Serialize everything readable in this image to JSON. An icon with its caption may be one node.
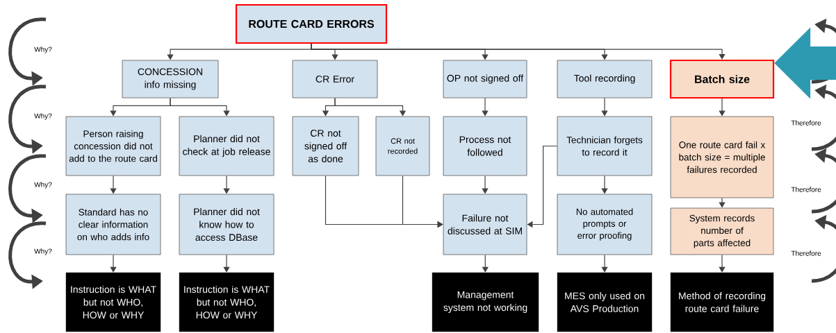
{
  "diagram": {
    "nodes": [
      {
        "text": [
          "ROUTE CARD ERRORS"
        ]
      },
      {
        "text": [
          "CONCESSION info missing"
        ]
      },
      {
        "text": [
          "CR Error"
        ]
      },
      {
        "text": [
          "OP not signed off"
        ]
      },
      {
        "text": [
          "Tool recording"
        ]
      },
      {
        "text": [
          "Batch size"
        ]
      },
      {
        "text": [
          "Person raising concession did not add to the route card"
        ]
      },
      {
        "text": [
          "Planner did not check at job release"
        ]
      },
      {
        "text": [
          "CR not signed off as done"
        ]
      },
      {
        "text": [
          "CR not recorded"
        ]
      },
      {
        "text": [
          "Process not followed"
        ]
      },
      {
        "text": [
          "Technician forgets to record it"
        ]
      },
      {
        "text": [
          "One route card fail x batch size = multiple failures recorded"
        ]
      },
      {
        "text": [
          "Standard has no clear information on who adds info"
        ]
      },
      {
        "text": [
          "Planner did not know how to access DBase"
        ]
      },
      {
        "text": [
          "Failure not discussed at SIM"
        ]
      },
      {
        "text": [
          "No automated prompts or error proofing"
        ]
      },
      {
        "text": [
          "System records number of parts affected"
        ]
      },
      {
        "text": [
          "Instruction is WHAT but not WHO, HOW or WHY"
        ]
      },
      {
        "text": [
          "Instruction is WHAT but not WHO, HOW or WHY"
        ]
      },
      {
        "text": [
          "Management system not working"
        ]
      },
      {
        "text": [
          "MES only used on AVS Production"
        ]
      },
      {
        "text": [
          "Method of recording route card failure"
        ]
      }
    ],
    "edges": [
      {
        "from": 0,
        "to": 1,
        "arrow": "to"
      },
      {
        "from": 0,
        "to": 2,
        "arrow": "to"
      },
      {
        "from": 0,
        "to": 3,
        "arrow": "to"
      },
      {
        "from": 0,
        "to": 4,
        "arrow": "to"
      },
      {
        "from": 0,
        "to": 5,
        "arrow": "to"
      },
      {
        "from": 1,
        "to": 6,
        "arrow": "to"
      },
      {
        "from": 1,
        "to": 7,
        "arrow": "to"
      },
      {
        "from": 2,
        "to": 8,
        "arrow": "to"
      },
      {
        "from": 2,
        "to": 9,
        "arrow": "to"
      },
      {
        "from": 3,
        "to": 10,
        "arrow": "to"
      },
      {
        "from": 4,
        "to": 11,
        "arrow": "to"
      },
      {
        "from": 5,
        "to": 12,
        "arrow": "to"
      },
      {
        "from": 6,
        "to": 13,
        "arrow": "to"
      },
      {
        "from": 7,
        "to": 14,
        "arrow": "to"
      },
      {
        "from": 8,
        "to": 15,
        "arrow": "to"
      },
      {
        "from": 9,
        "to": 15,
        "arrow": "to"
      },
      {
        "from": 10,
        "to": 15,
        "arrow": "to"
      },
      {
        "from": 11,
        "to": 15,
        "arrow": "to"
      },
      {
        "from": 11,
        "to": 16,
        "arrow": "to"
      },
      {
        "from": 12,
        "to": 17,
        "arrow": "to"
      },
      {
        "from": 13,
        "to": 18,
        "arrow": "to"
      },
      {
        "from": 14,
        "to": 19,
        "arrow": "to"
      },
      {
        "from": 15,
        "to": 20,
        "arrow": "to"
      },
      {
        "from": 16,
        "to": 21,
        "arrow": "to"
      },
      {
        "from": 17,
        "to": 22,
        "arrow": "to"
      },
      {
        "from": null,
        "to": 5,
        "arrow": "to",
        "style": "thick",
        "color": "#2e9ab2"
      }
    ],
    "labels": [
      "Why?",
      "Why?",
      "Therefore",
      "Why?",
      "Therefore",
      "Why?",
      "Therefore"
    ]
  }
}
